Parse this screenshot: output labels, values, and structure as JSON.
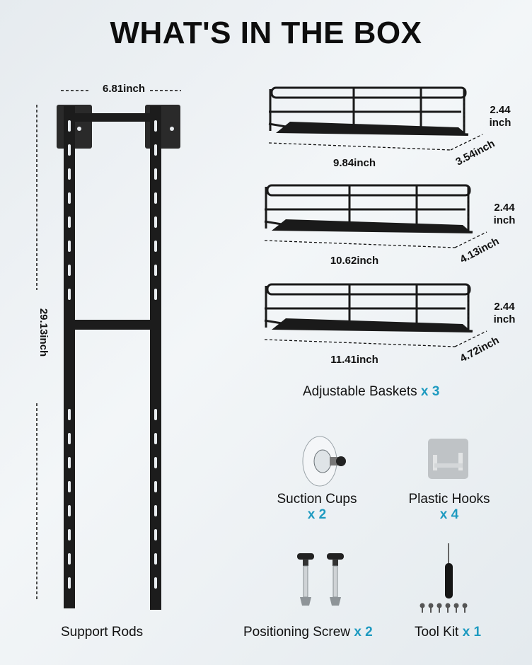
{
  "title": "WHAT'S IN THE BOX",
  "support_rods": {
    "label": "Support Rods",
    "width_dim": "6.81inch",
    "height_dim": "29.13inch"
  },
  "baskets": {
    "label": "Adjustable Baskets",
    "qty": "x 3",
    "items": [
      {
        "height": "2.44",
        "height_unit": "inch",
        "length": "9.84inch",
        "depth": "3.54inch"
      },
      {
        "height": "2.44",
        "height_unit": "inch",
        "length": "10.62inch",
        "depth": "4.13inch"
      },
      {
        "height": "2.44",
        "height_unit": "inch",
        "length": "11.41inch",
        "depth": "4.72inch"
      }
    ]
  },
  "suction_cups": {
    "label": "Suction Cups",
    "qty": "x 2"
  },
  "plastic_hooks": {
    "label": "Plastic Hooks",
    "qty": "x 4"
  },
  "positioning_screw": {
    "label": "Positioning Screw",
    "qty": "x 2"
  },
  "tool_kit": {
    "label": "Tool Kit",
    "qty": "x 1"
  },
  "colors": {
    "accent": "#1d9ac0",
    "metal": "#1a1a1a"
  }
}
